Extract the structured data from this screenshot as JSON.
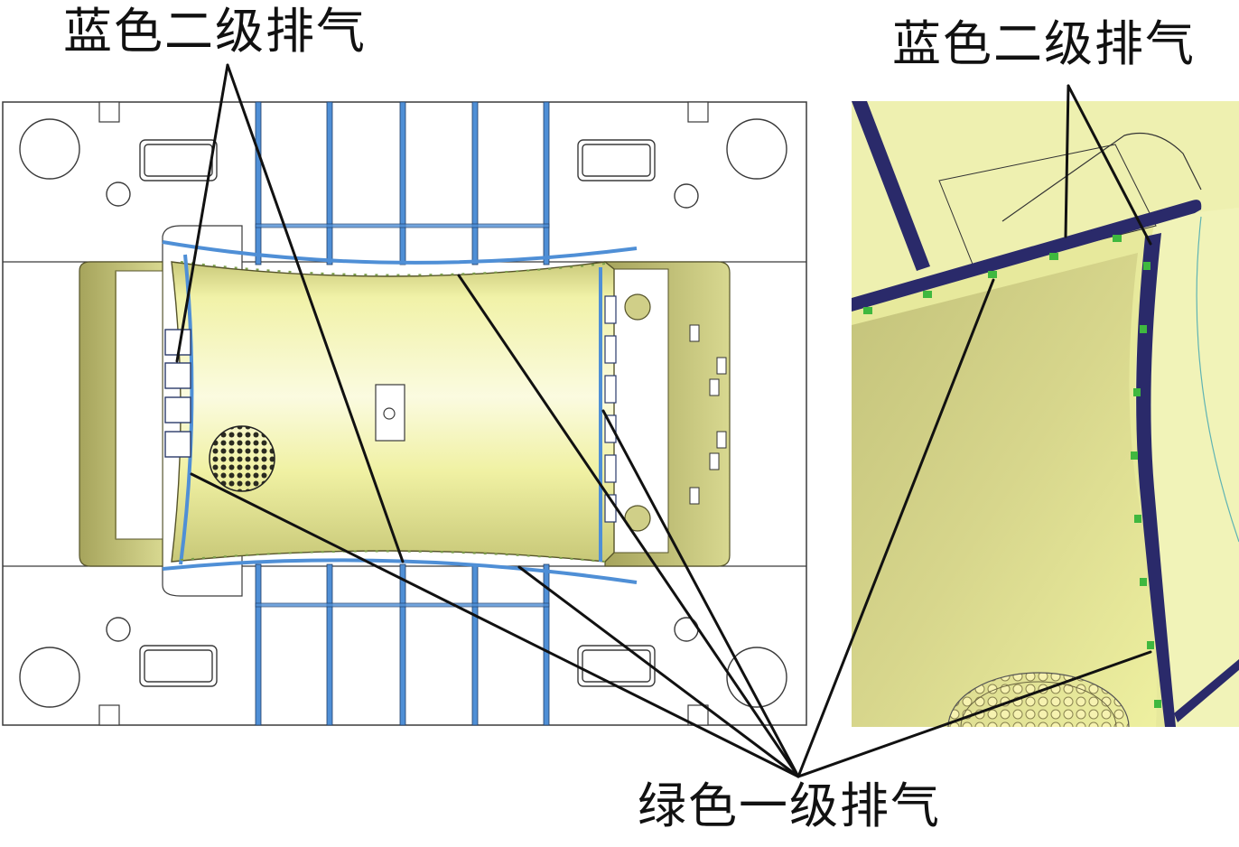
{
  "labels": {
    "blue_vent_left": "蓝色二级排气",
    "blue_vent_right": "蓝色二级排气",
    "green_vent": "绿色一级排气"
  },
  "colors": {
    "mold_fill": "#ffffff",
    "mold_stroke": "#3a3a3a",
    "blue_vent": "#4f8fd6",
    "green_vent": "#3fb83f",
    "part_yellow": "#f4f5a8",
    "part_yellow_dark": "#b8b868",
    "part_yellow_shadow": "#8c8a4a",
    "navy_edge": "#2a2a6a",
    "leader_line": "#111111"
  },
  "icons": {
    "left_view": "mold-plan-view",
    "right_view": "corner-detail-view"
  }
}
